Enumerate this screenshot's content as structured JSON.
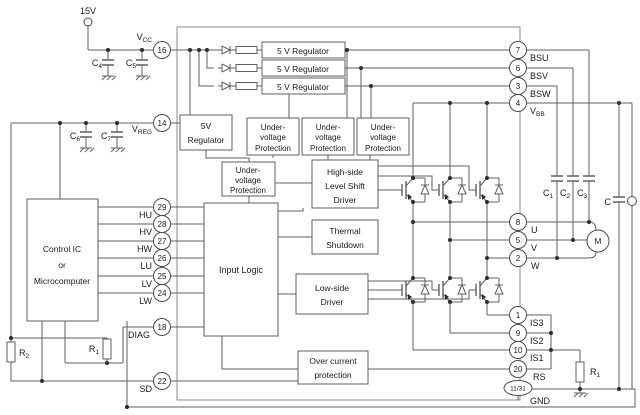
{
  "diagram_title": "Three-phase motor driver IC application block diagram",
  "style": {
    "wire_color": "#5f5f5f",
    "text_color": "#1a1a1a"
  },
  "supply": {
    "v15": "15V"
  },
  "pins": {
    "left": [
      {
        "n": "16",
        "m": "V",
        "s": "CC"
      },
      {
        "n": "14",
        "m": "V",
        "s": "REG"
      },
      {
        "n": "29",
        "m": "HU"
      },
      {
        "n": "28",
        "m": "HV"
      },
      {
        "n": "27",
        "m": "HW"
      },
      {
        "n": "26",
        "m": "LU"
      },
      {
        "n": "25",
        "m": "LV"
      },
      {
        "n": "24",
        "m": "LW"
      },
      {
        "n": "18",
        "m": "DIAG"
      },
      {
        "n": "22",
        "m": "SD"
      }
    ],
    "right": [
      {
        "n": "7",
        "m": "BSU"
      },
      {
        "n": "6",
        "m": "BSV"
      },
      {
        "n": "3",
        "m": "BSW"
      },
      {
        "n": "4",
        "m": "V",
        "s": "BB"
      },
      {
        "n": "8",
        "m": "U"
      },
      {
        "n": "5",
        "m": "V"
      },
      {
        "n": "2",
        "m": "W"
      },
      {
        "n": "1",
        "m": "IS3"
      },
      {
        "n": "9",
        "m": "IS2"
      },
      {
        "n": "10",
        "m": "IS1"
      },
      {
        "n": "20",
        "m": "RS"
      },
      {
        "n": "11/31",
        "m": "GND"
      }
    ]
  },
  "blocks": {
    "reg_top": "5 V Regulator",
    "reg": {
      "l1": "5V",
      "l2": "Regulator"
    },
    "uvp": {
      "l1": "Under-",
      "l2": "voltage",
      "l3": "Protection"
    },
    "hs_driver": {
      "l1": "High-side",
      "l2": "Level Shift",
      "l3": "Driver"
    },
    "thermal": {
      "l1": "Thermal",
      "l2": "Shutdown"
    },
    "input_logic": "Input Logic",
    "ls_driver": {
      "l1": "Low-side",
      "l2": "Driver"
    },
    "ocp": {
      "l1": "Over current",
      "l2": "protection"
    },
    "control": {
      "l1": "Control IC",
      "l2": "or",
      "l3": "Microcomputer"
    }
  },
  "components": {
    "v15": "15V",
    "c1": {
      "m": "C",
      "s": "1"
    },
    "c2": {
      "m": "C",
      "s": "2"
    },
    "c3": {
      "m": "C",
      "s": "3"
    },
    "c4": {
      "m": "C",
      "s": "4"
    },
    "c5": {
      "m": "C",
      "s": "5"
    },
    "c6": {
      "m": "C",
      "s": "6"
    },
    "c7": {
      "m": "C",
      "s": "7"
    },
    "cbus": {
      "m": "C"
    },
    "r1": {
      "m": "R",
      "s": "1"
    },
    "r2": {
      "m": "R",
      "s": "2"
    },
    "motor": "M"
  }
}
